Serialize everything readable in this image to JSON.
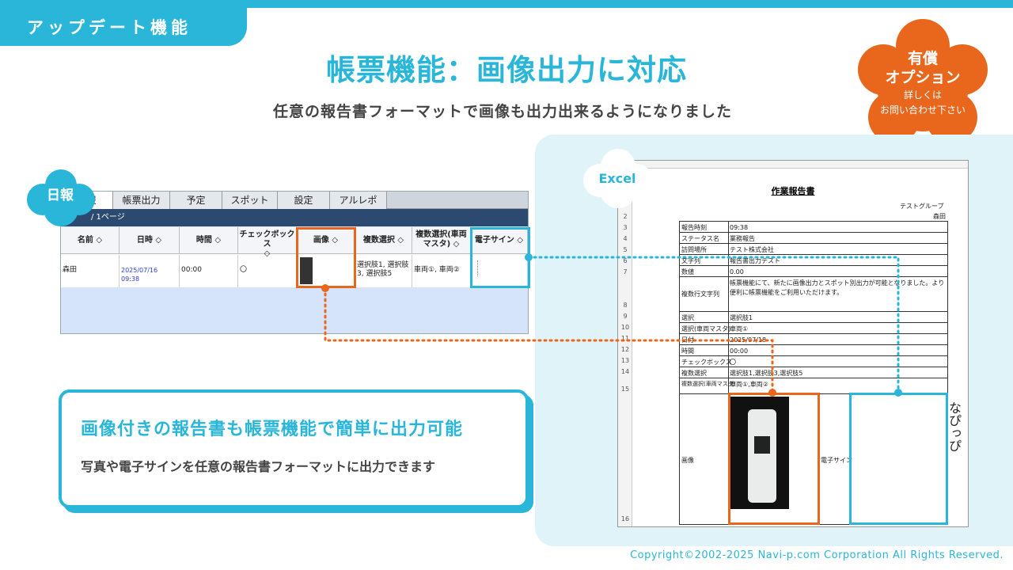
{
  "header": {
    "tag": "アップデート機能",
    "title": "帳票機能：画像出力に対応",
    "subtitle": "任意の報告書フォーマットで画像も出力出来るようになりました"
  },
  "badge": {
    "line1": "有償",
    "line2": "オプション",
    "line3": "詳しくは",
    "line4": "お問い合わせ下さい",
    "color": "#e8671d"
  },
  "labels": {
    "daily": "日報",
    "excel": "Excel"
  },
  "app": {
    "tabs": [
      "日報",
      "帳票出力",
      "予定",
      "スポット",
      "設定",
      "アルレポ"
    ],
    "page_info": "/ 1ページ",
    "columns": [
      "名前",
      "日時",
      "時間",
      "チェックボックス",
      "画像",
      "複数選択",
      "複数選択(車両マスタ)",
      "電子サイン"
    ],
    "row": {
      "name": "森田",
      "datetime": "2025/07/16 09:38",
      "time": "00:00",
      "checkbox": "〇",
      "multi": "選択肢1, 選択肢3, 選択肢5",
      "vehicle": "車両①, 車両②"
    }
  },
  "callout": {
    "title": "画像付きの報告書も帳票機能で簡単に出力可能",
    "body": "写真や電子サインを任意の報告書フォーマットに出力できます"
  },
  "sheet": {
    "title": "作業報告書",
    "group": "テストグループ",
    "person": "森田",
    "rows": [
      {
        "label": "報告時刻",
        "value": "09:38"
      },
      {
        "label": "ステータス名",
        "value": "業務報告"
      },
      {
        "label": "訪問場所",
        "value": "テスト株式会社"
      },
      {
        "label": "文字列",
        "value": "報告書出力テスト"
      },
      {
        "label": "数値",
        "value": "0.00"
      },
      {
        "label": "複数行文字列",
        "value": "帳票機能にて、新たに画像出力とスポット別出力が可能となりました。より便利に帳票機能をご利用いただけます。"
      },
      {
        "label": "選択",
        "value": "選択肢1"
      },
      {
        "label": "選択(車両マスタ)",
        "value": "車両①"
      },
      {
        "label": "日付",
        "value": "2025/07/18"
      },
      {
        "label": "時間",
        "value": "00:00"
      },
      {
        "label": "チェックボックス",
        "value": "〇"
      },
      {
        "label": "複数選択",
        "value": "選択肢1,選択肢3,選択肢5"
      },
      {
        "label": "複数選択(車両マスタ)",
        "value": "車両①,車両②"
      }
    ],
    "image_label": "画像",
    "sign_label": "電子サイン",
    "signature": "なぴっぴ",
    "row_numbers": [
      "2",
      "3",
      "4",
      "5",
      "6",
      "7",
      "8",
      "9",
      "10",
      "11",
      "12",
      "13",
      "14",
      "15",
      "16"
    ]
  },
  "footer": "Copyright©2002-2025 Navi-p.com Corporation All Rights Reserved.",
  "colors": {
    "accent": "#29b6d9",
    "orange": "#e8671d",
    "panel": "#dff3f8"
  }
}
